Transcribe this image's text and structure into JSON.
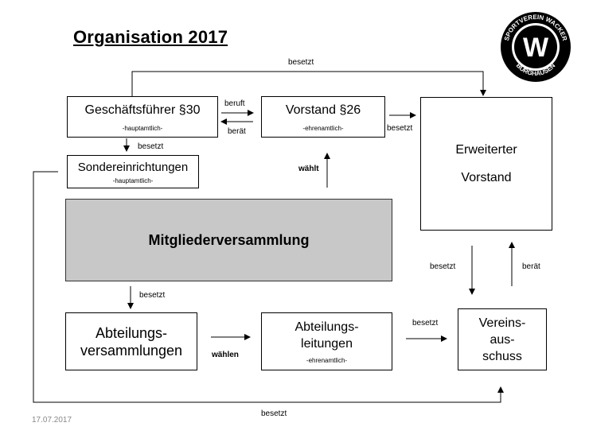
{
  "title": "Organisation 2017",
  "footer_date": "17.07.2017",
  "logo": {
    "top_text": "SPORTVEREIN WACKER",
    "bottom_text": "BURGHAUSEN",
    "letter": "W"
  },
  "boxes": {
    "geschaeftsfuehrer": {
      "main": "Geschäftsführer §30",
      "sub": "-hauptamtlich-"
    },
    "vorstand": {
      "main": "Vorstand §26",
      "sub": "-ehrenamtlich-"
    },
    "erweiterter": {
      "line1": "Erweiterter",
      "line2": "Vorstand"
    },
    "sondereinrichtungen": {
      "main": "Sondereinrichtungen",
      "sub": "-hauptamtlich-"
    },
    "mitgliederversammlung": {
      "main": "Mitgliederversammlung"
    },
    "abteilungsversammlungen": {
      "line1": "Abteilungs-",
      "line2": "versammlungen"
    },
    "abteilungsleitungen": {
      "line1": "Abteilungs-",
      "line2": "leitungen",
      "sub": "-ehrenamtlich-"
    },
    "vereinsausschuss": {
      "line1": "Vereins-",
      "line2": "aus-",
      "line3": "schuss"
    }
  },
  "labels": {
    "besetzt_top": "besetzt",
    "beruft": "beruft",
    "beraet_mid": "berät",
    "besetzt_vorstand": "besetzt",
    "besetzt_gf": "besetzt",
    "waehlt": "wählt",
    "besetzt_ev_down": "besetzt",
    "beraet_right": "berät",
    "besetzt_mv": "besetzt",
    "waehlen": "wählen",
    "besetzt_al": "besetzt",
    "besetzt_bottom": "besetzt"
  }
}
